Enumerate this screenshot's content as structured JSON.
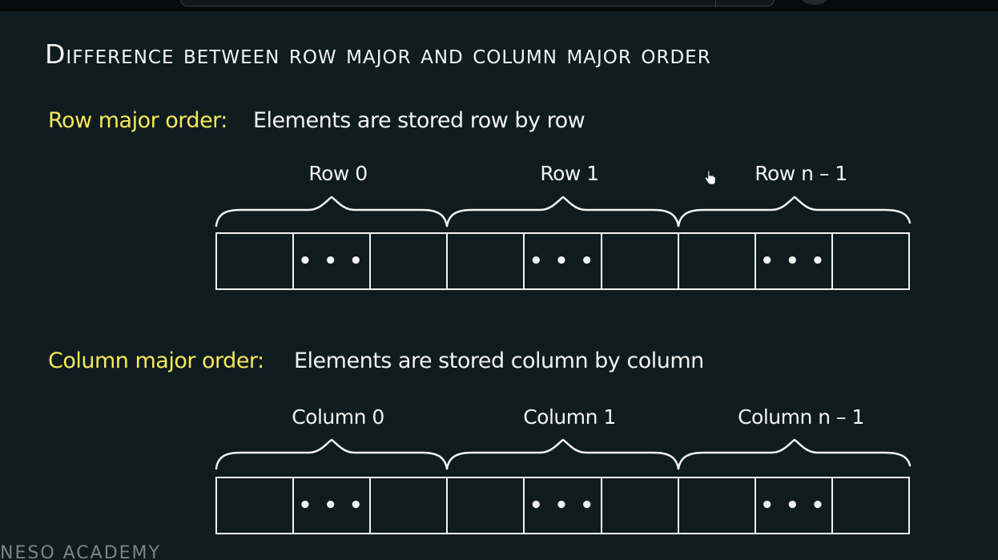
{
  "title": "Difference between row major and column major order",
  "row_major": {
    "label": "Row major order:",
    "description": "Elements are stored row by row",
    "groups": [
      "Row 0",
      "Row 1",
      "Row n – 1"
    ],
    "cells": [
      "",
      "• • •",
      "",
      "",
      "• • •",
      "",
      "",
      "• • •",
      ""
    ]
  },
  "column_major": {
    "label": "Column major order:",
    "description": "Elements are stored column by column",
    "groups": [
      "Column 0",
      "Column 1",
      "Column n – 1"
    ],
    "cells": [
      "",
      "• • •",
      "",
      "",
      "• • •",
      "",
      "",
      "• • •",
      ""
    ]
  },
  "watermark": "NESO ACADEMY",
  "colors": {
    "background": "#0f1c1f",
    "label": "#f5e85a",
    "text": "#f2f2f2"
  }
}
